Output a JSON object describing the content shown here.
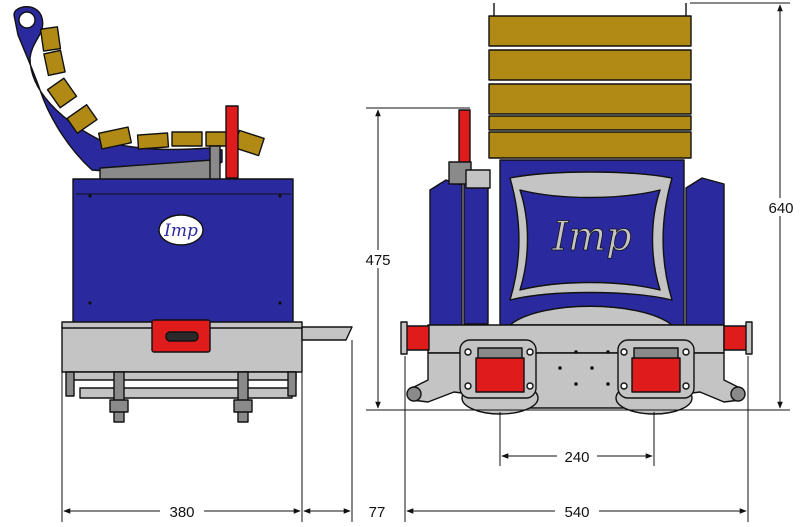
{
  "colors": {
    "body_blue": "#2a2a9e",
    "seat_gold": "#b08a14",
    "frame_grey": "#c4c4c4",
    "buffer_red": "#e01b1b",
    "outline": "#111111"
  },
  "side_view": {
    "logo_text": "Imp",
    "dimensions": {
      "length": "380",
      "overhang": "77"
    }
  },
  "end_view": {
    "logo_text": "Imp",
    "dimensions": {
      "height_body": "475",
      "height_total": "640",
      "width": "540",
      "gauge": "240"
    }
  }
}
